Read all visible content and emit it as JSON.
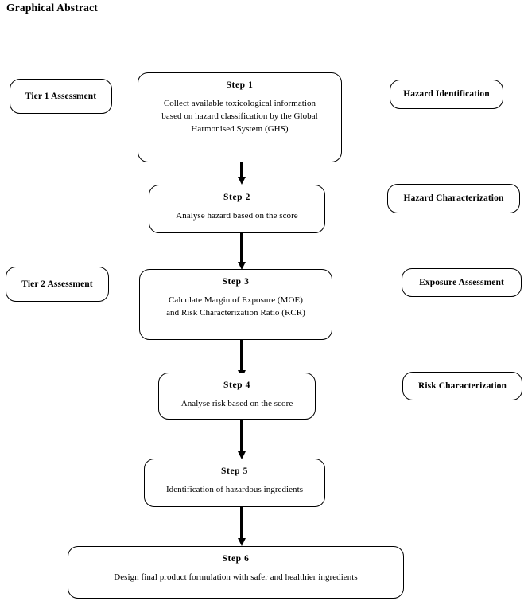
{
  "title": "Graphical Abstract",
  "colors": {
    "background": "#ffffff",
    "stroke": "#000000",
    "text": "#000000"
  },
  "diagram": {
    "type": "flowchart",
    "orientation": "vertical",
    "tiers": [
      {
        "label": "Tier 1 Assessment"
      },
      {
        "label": "Tier 2 Assessment"
      }
    ],
    "steps": [
      {
        "title": "Step 1",
        "lines": [
          "Collect available toxicological information",
          "based on hazard classification by the Global",
          "Harmonised System (GHS)"
        ]
      },
      {
        "title": "Step 2",
        "lines": [
          "Analyse hazard based on the score"
        ]
      },
      {
        "title": "Step 3",
        "lines": [
          "Calculate Margin of Exposure (MOE)",
          "and Risk Characterization Ratio (RCR)"
        ]
      },
      {
        "title": "Step 4",
        "lines": [
          "Analyse risk based on the score"
        ]
      },
      {
        "title": "Step 5",
        "lines": [
          "Identification of hazardous ingredients"
        ]
      },
      {
        "title": "Step 6",
        "lines": [
          "Design final product formulation with safer and healthier ingredients"
        ]
      }
    ],
    "phases": [
      {
        "label": "Hazard Identification"
      },
      {
        "label": "Hazard Characterization"
      },
      {
        "label": "Exposure Assessment"
      },
      {
        "label": "Risk Characterization"
      }
    ]
  }
}
